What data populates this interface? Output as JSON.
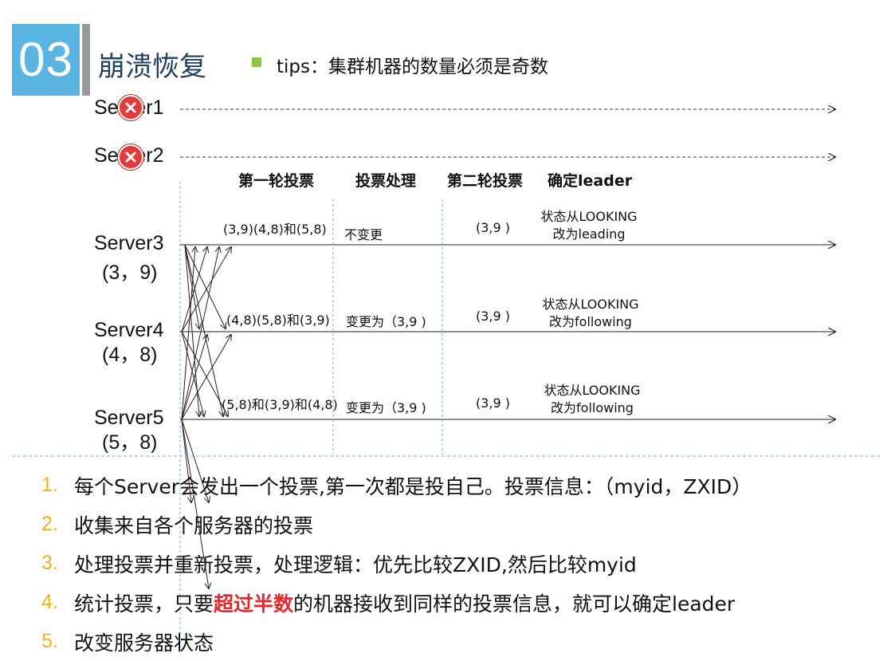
{
  "header": {
    "number": "03",
    "title": "崩溃恢复",
    "tips": "tips：集群机器的数量必须是奇数"
  },
  "servers": [
    {
      "name": "Server1",
      "failed": true
    },
    {
      "name": "Server2",
      "failed": true
    },
    {
      "name": "Server3",
      "vote": "(3，9)"
    },
    {
      "name": "Server4",
      "vote": "(4，8)"
    },
    {
      "name": "Server5",
      "vote": "(5，8)"
    }
  ],
  "phases": [
    "第一轮投票",
    "投票处理",
    "第二轮投票",
    "确定leader"
  ],
  "rows": [
    {
      "received": "(3,9)(4,8)和(5,8)",
      "processing": "不变更",
      "second_round": "(3,9 )",
      "state_line1": "状态从LOOKING",
      "state_line2": "改为leading"
    },
    {
      "received": "(4,8)(5,8)和(3,9)",
      "processing": "变更为（3,9 )",
      "second_round": "(3,9 )",
      "state_line1": "状态从LOOKING",
      "state_line2": "改为following"
    },
    {
      "received": "(5,8)和(3,9)和(4,8)",
      "processing": "变更为（3,9 )",
      "second_round": "(3,9 )",
      "state_line1": "状态从LOOKING",
      "state_line2": "改为following"
    }
  ],
  "steps": [
    {
      "num": "1.",
      "text": "每个Server会发出一个投票,第一次都是投自己。投票信息：（myid，ZXID）"
    },
    {
      "num": "2.",
      "text": "收集来自各个服务器的投票"
    },
    {
      "num": "3.",
      "text": "处理投票并重新投票，处理逻辑：优先比较ZXID,然后比较myid"
    },
    {
      "num": "4.",
      "text_before": "统计投票，只要",
      "highlight": "超过半数",
      "text_after": "的机器接收到同样的投票信息，就可以确定leader"
    },
    {
      "num": "5.",
      "text": "改变服务器状态"
    }
  ],
  "colors": {
    "accent_box": "#5bb5e3",
    "tips_bullet": "#8cc63f",
    "list_number": "#f4b020",
    "highlight": "#e8262d",
    "fail_icon": "#e33a3a"
  }
}
